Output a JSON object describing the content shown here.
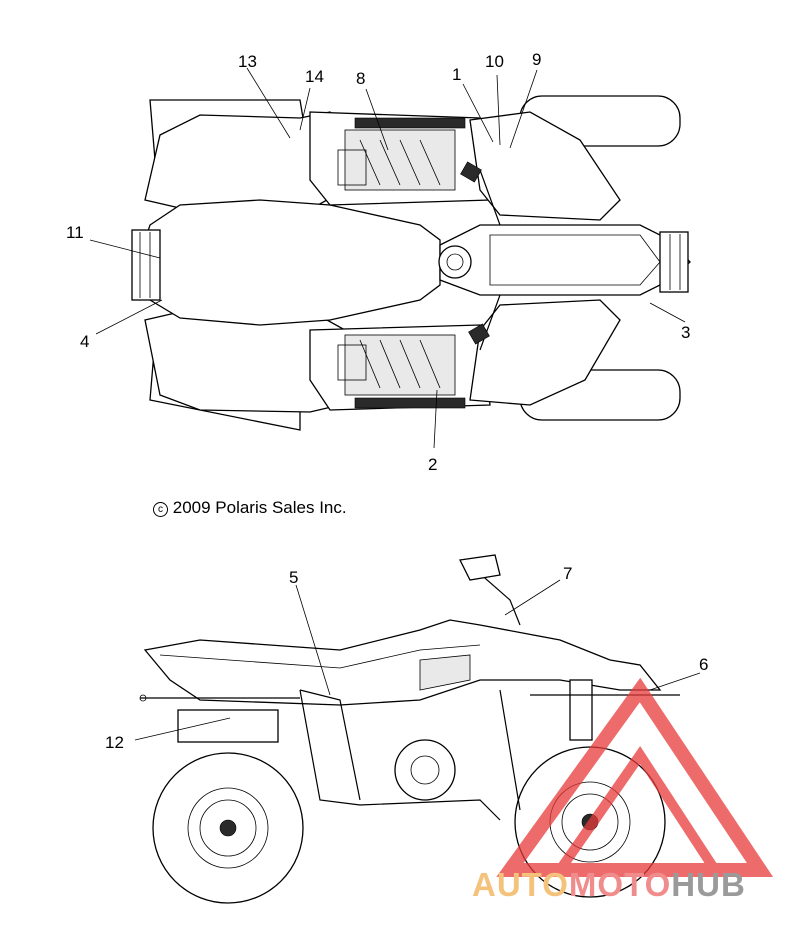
{
  "copyright": "2009 Polaris Sales Inc.",
  "copyright_symbol": "c",
  "callouts": {
    "c1": "1",
    "c2": "2",
    "c3": "3",
    "c4": "4",
    "c5": "5",
    "c6": "6",
    "c7": "7",
    "c8": "8",
    "c9": "9",
    "c10": "10",
    "c11": "11",
    "c12": "12",
    "c13": "13",
    "c14": "14"
  },
  "watermark": {
    "part1": "AUTO",
    "part2": "MOTO",
    "part3": "HUB",
    "colors": {
      "auto": "#f4c27a",
      "moto": "#f08c8c",
      "hub": "#9a9a9a",
      "logo": "#e83a3a"
    }
  }
}
